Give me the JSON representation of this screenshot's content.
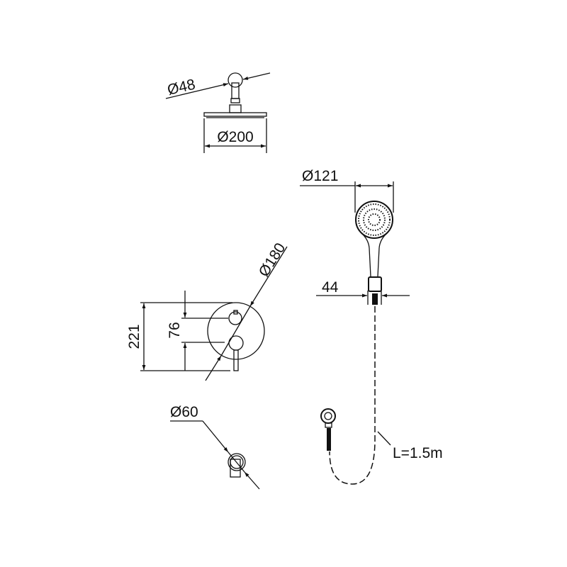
{
  "title": "Shower set dimension drawing",
  "dimensions": {
    "arm_diameter": "Ø48",
    "head_diameter": "Ø200",
    "hand_shower_diameter": "Ø121",
    "holder_width": "44",
    "mixer_plate_diameter": "Ø180",
    "mixer_height": "221",
    "handle_spacing": "76",
    "spout_diameter": "Ø60",
    "hose_length": "L=1.5m"
  },
  "colors": {
    "line": "#111111",
    "background": "#ffffff"
  }
}
